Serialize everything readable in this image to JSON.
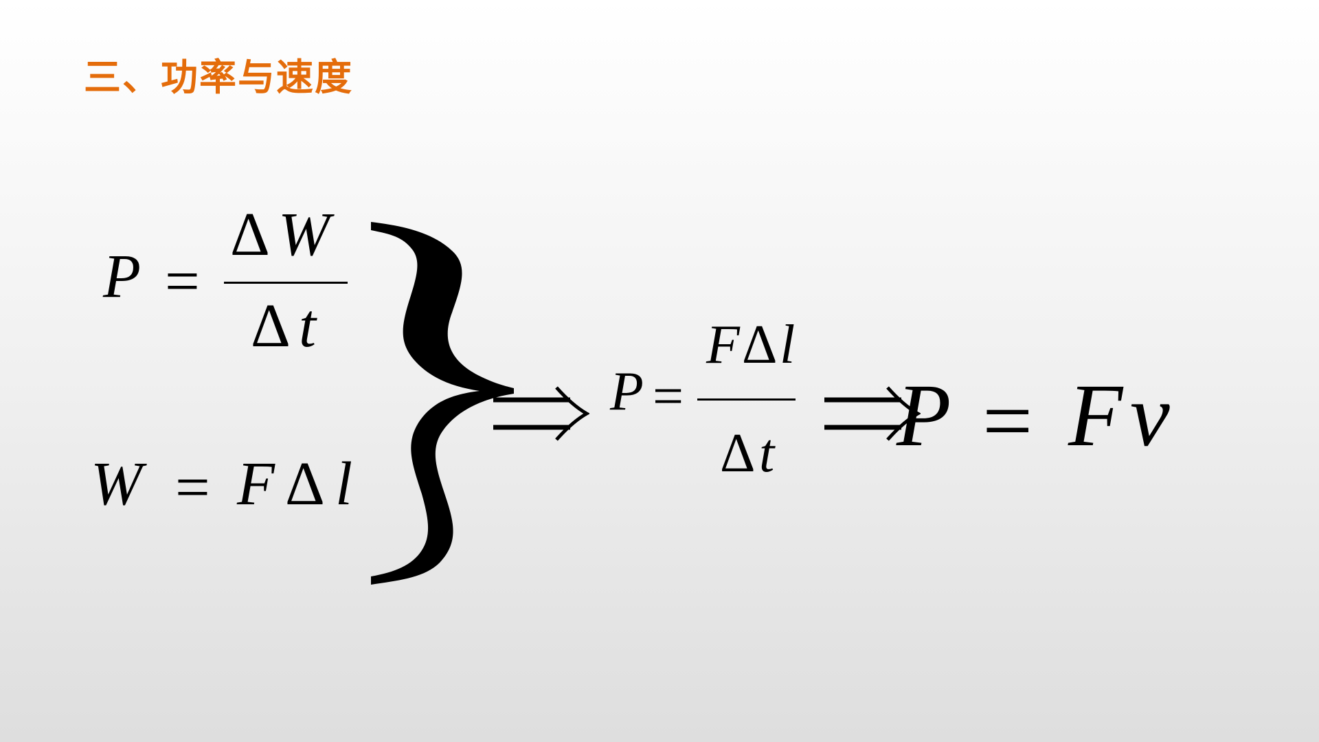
{
  "slide": {
    "title": "三、功率与速度"
  },
  "formulas": {
    "f1": {
      "lhs": "P",
      "eq": "=",
      "num_delta": "Δ",
      "num_var": "W",
      "den_delta": "Δ",
      "den_var": "t"
    },
    "f2": {
      "lhs": "W",
      "eq": "=",
      "rhs_f": "F",
      "rhs_delta": "Δ",
      "rhs_l": "l"
    },
    "f3": {
      "lhs": "P",
      "eq": "=",
      "num_f": "F",
      "num_delta": "Δ",
      "num_l": "l",
      "den_delta": "Δ",
      "den_var": "t"
    },
    "f4": {
      "lhs": "P",
      "eq": "=",
      "rhs_f": "F",
      "rhs_v": "v"
    }
  }
}
